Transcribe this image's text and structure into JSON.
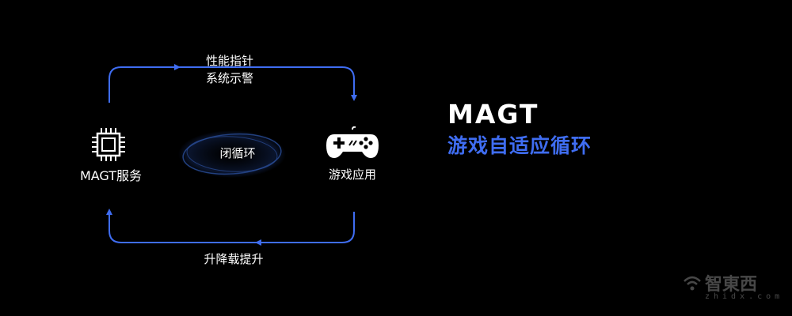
{
  "diagram": {
    "top_arrow_label_line1": "性能指针",
    "top_arrow_label_line2": "系统示警",
    "bottom_arrow_label": "升降载提升",
    "center_label": "闭循环",
    "service_label": "MAGT服务",
    "game_label": "游戏应用",
    "accent_color": "#3f6df2",
    "loop_color": "#2a4fd6"
  },
  "title": {
    "main": "MAGT",
    "sub": "游戏自适应循环"
  },
  "watermark": {
    "text": "智東西",
    "subtext": "zhidx.com"
  }
}
